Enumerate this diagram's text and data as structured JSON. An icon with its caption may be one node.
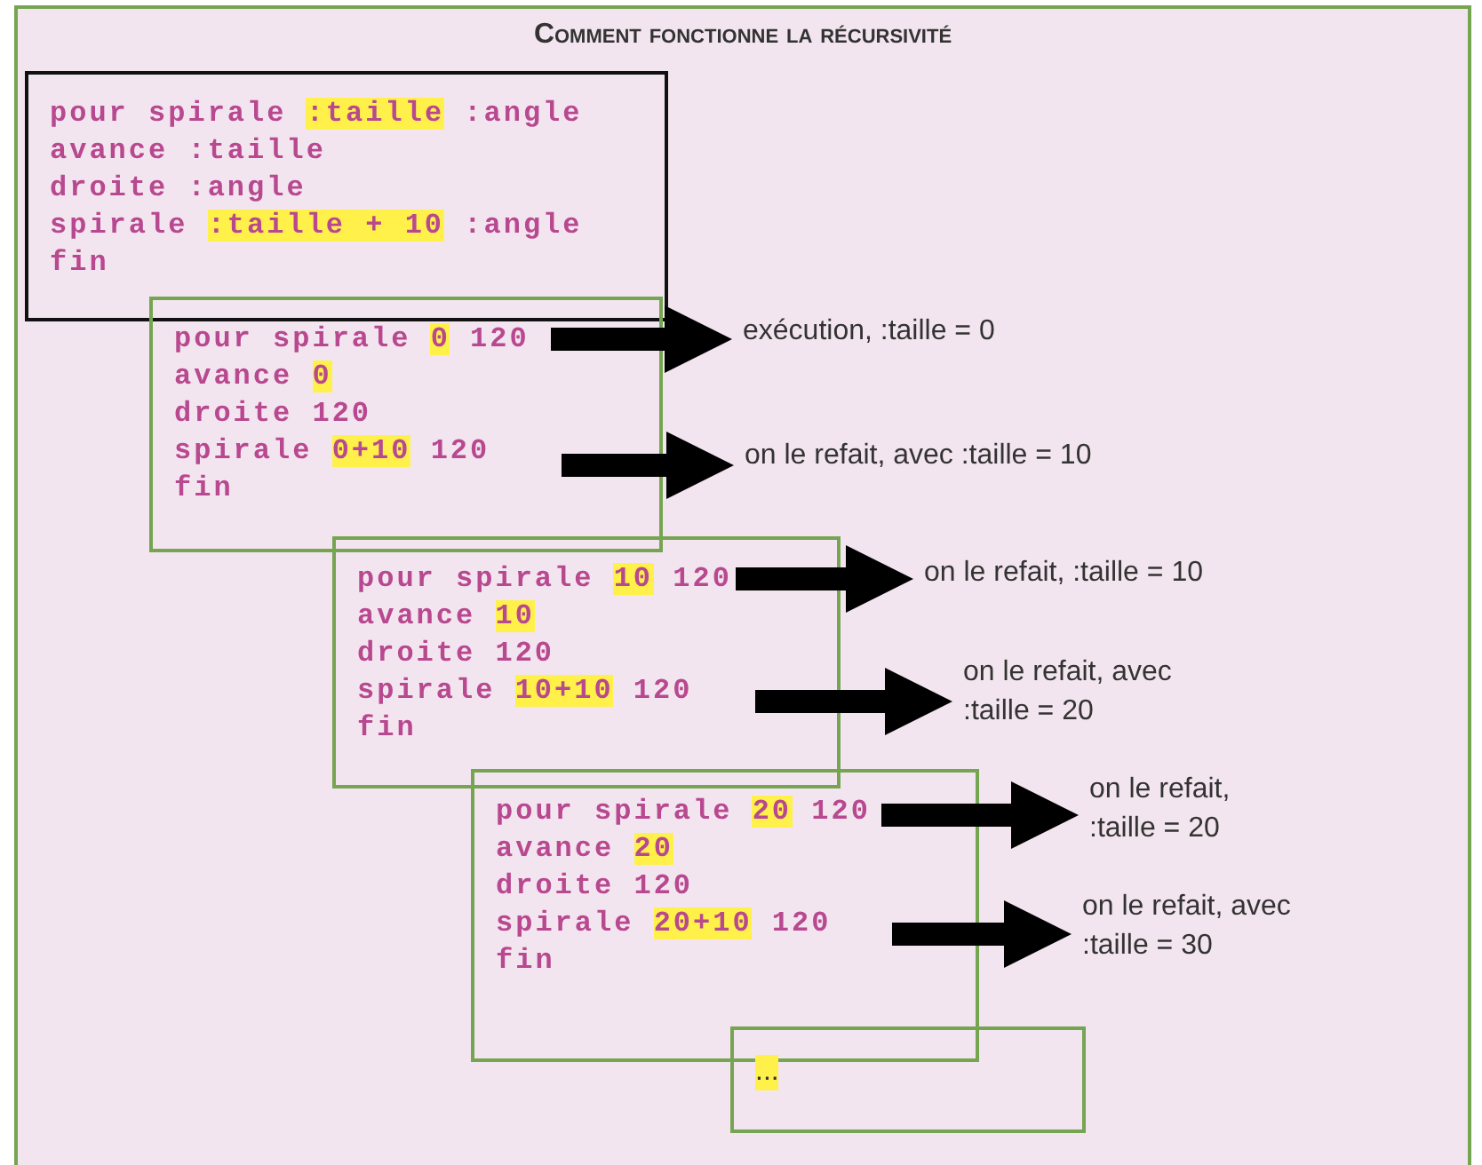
{
  "diagram": {
    "title": "Comment fonctionne la récursivité",
    "nodes": [
      {
        "text": [],
        "shape": "box"
      },
      {
        "text": [
          "pour spirale :taille :angle",
          "avance :taille",
          "droite :angle",
          "spirale :taille + 10 :angle",
          "fin"
        ],
        "in": 0
      },
      {
        "text": [
          "pour spirale 0 120",
          "avance 0",
          "droite 120",
          "spirale 0+10 120",
          "fin"
        ],
        "in": 0
      },
      {
        "text": [
          "exécution, :taille = 0"
        ],
        "in": 0
      },
      {
        "text": [
          "on le refait, avec :taille = 10"
        ],
        "in": 0
      },
      {
        "text": [
          "pour spirale 10 120",
          "avance 10",
          "droite 120",
          "spirale 10+10 120",
          "fin"
        ],
        "in": 0
      },
      {
        "text": [
          "on le refait, :taille = 10"
        ],
        "in": 0
      },
      {
        "text": [
          "on le refait, avec :taille = 20"
        ],
        "in": 0
      },
      {
        "text": [
          "pour spirale 20 120",
          "avance 20",
          "droite 120",
          "spirale 20+10 120",
          "fin"
        ],
        "in": 0
      },
      {
        "text": [
          "on le refait, :taille = 20"
        ],
        "in": 0
      },
      {
        "text": [
          "on le refait, avec :taille = 30"
        ],
        "in": 0
      },
      {
        "text": [
          "..."
        ],
        "in": 0
      }
    ],
    "edges": [
      {
        "from": 2,
        "to": 3,
        "arrow": "to"
      },
      {
        "from": 2,
        "to": 4,
        "arrow": "to"
      },
      {
        "from": 5,
        "to": 6,
        "arrow": "to"
      },
      {
        "from": 5,
        "to": 7,
        "arrow": "to"
      },
      {
        "from": 8,
        "to": 9,
        "arrow": "to"
      },
      {
        "from": 8,
        "to": 10,
        "arrow": "to"
      }
    ]
  }
}
